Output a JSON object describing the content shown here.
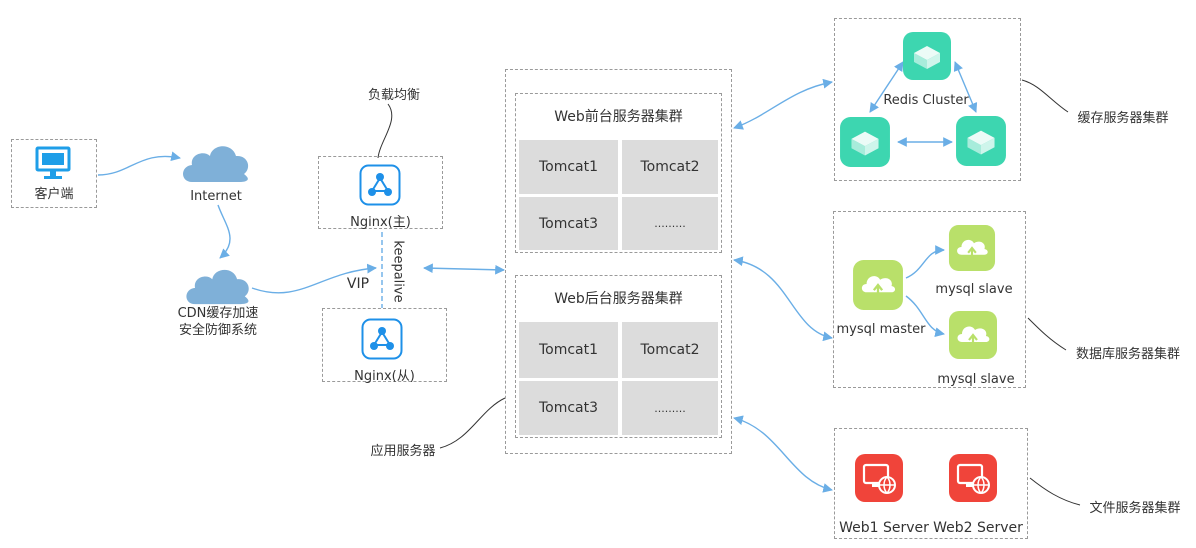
{
  "client": {
    "label": "客户端"
  },
  "internet": {
    "label": "Internet"
  },
  "cdn": {
    "line1": "CDN缓存加速",
    "line2": "安全防御系统"
  },
  "load_balancer": {
    "title": "负载均衡",
    "nginx_master": "Nginx(主)",
    "nginx_slave": "Nginx(从)",
    "keepalive": "keepalive",
    "vip": "VIP"
  },
  "app_servers": {
    "caption": "应用服务器",
    "front": {
      "title": "Web前台服务器集群",
      "cells": [
        "Tomcat1",
        "Tomcat2",
        "Tomcat3",
        "........."
      ]
    },
    "back": {
      "title": "Web后台服务器集群",
      "cells": [
        "Tomcat1",
        "Tomcat2",
        "Tomcat3",
        "........."
      ]
    }
  },
  "redis": {
    "label": "Redis Cluster",
    "caption": "缓存服务器集群"
  },
  "mysql": {
    "master": "mysql master",
    "slave1": "mysql  slave",
    "slave2": "mysql slave",
    "caption": "数据库服务器集群"
  },
  "file_servers": {
    "web1": "Web1 Server",
    "web2": "Web2 Server",
    "caption": "文件服务器集群"
  },
  "colors": {
    "arrow": "#6aaee6",
    "cloud": "#7fb0d8",
    "client_icon": "#1e9ee8",
    "nginx": "#1e90e8",
    "redis": "#3dd6b0",
    "mysql": "#b9e06a",
    "web_server": "#f0443a"
  }
}
